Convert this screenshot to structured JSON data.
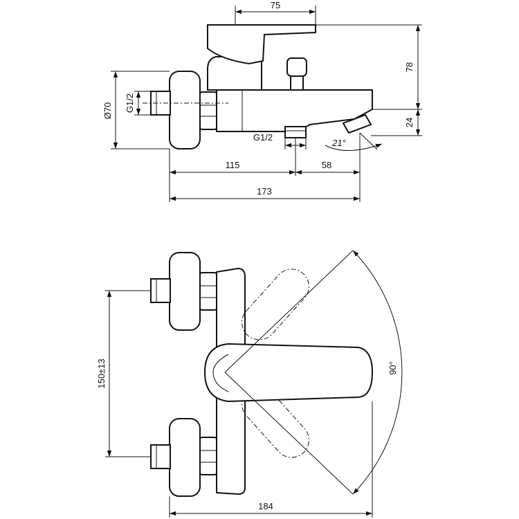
{
  "side_view": {
    "dim_top_width": "75",
    "dim_height": "78",
    "dim_spout_height": "24",
    "dim_diameter": "Ø70",
    "dim_inlet_thread": "G1/2",
    "dim_outlet_thread": "G1/2",
    "dim_angle": "21°",
    "dim_left_length": "115",
    "dim_right_length": "58",
    "dim_total_length": "173"
  },
  "front_view": {
    "dim_center_distance": "150±13",
    "dim_rotation": "90°",
    "dim_projection": "184"
  }
}
